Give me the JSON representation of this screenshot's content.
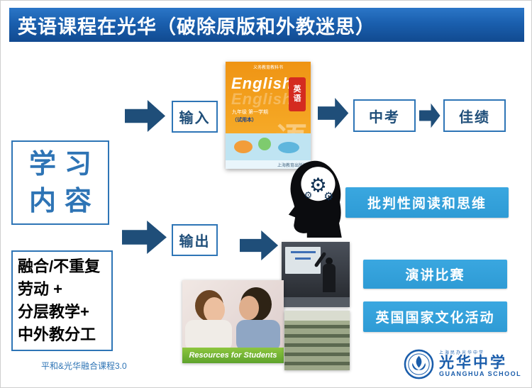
{
  "slide": {
    "title": "英语课程在光华（破除原版和外教迷思）",
    "footer": "平和&光华融合课程3.0"
  },
  "learning_box": {
    "line1": "学习",
    "line2": "内容"
  },
  "methods_box": {
    "lines": [
      "融合/不重复",
      "劳动 +",
      "分层教学+",
      "中外教分工"
    ]
  },
  "flow": {
    "input": "输入",
    "output": "输出",
    "exam": "中考",
    "results": "佳绩",
    "critical_thinking": "批判性阅读和思维",
    "speech_contest": "演讲比赛",
    "uk_culture": "英国国家文化活动"
  },
  "textbook": {
    "series": "义务教育教科书",
    "title_en": "English",
    "title_cn_chars": [
      "英",
      "语"
    ],
    "grade_line": "九年级 第一学期",
    "edition_line": "（试用本）",
    "watermark": "语",
    "publisher": "上海教育出版社"
  },
  "photos": {
    "students_caption": "Resources for Students"
  },
  "logo": {
    "small_text": "上海民办光华中学",
    "name_cn": "光华中学",
    "name_en": "GUANGHUA SCHOOL"
  },
  "icons": {
    "gear": "⚙"
  },
  "colors": {
    "banner_blue": "#1a5fae",
    "arrow_blue": "#1f4e79",
    "box_border_blue": "#2e75b6",
    "box_text_blue": "#1f4e79",
    "filled_blue": "#2e9bd5",
    "logo_blue": "#1a5dab"
  }
}
